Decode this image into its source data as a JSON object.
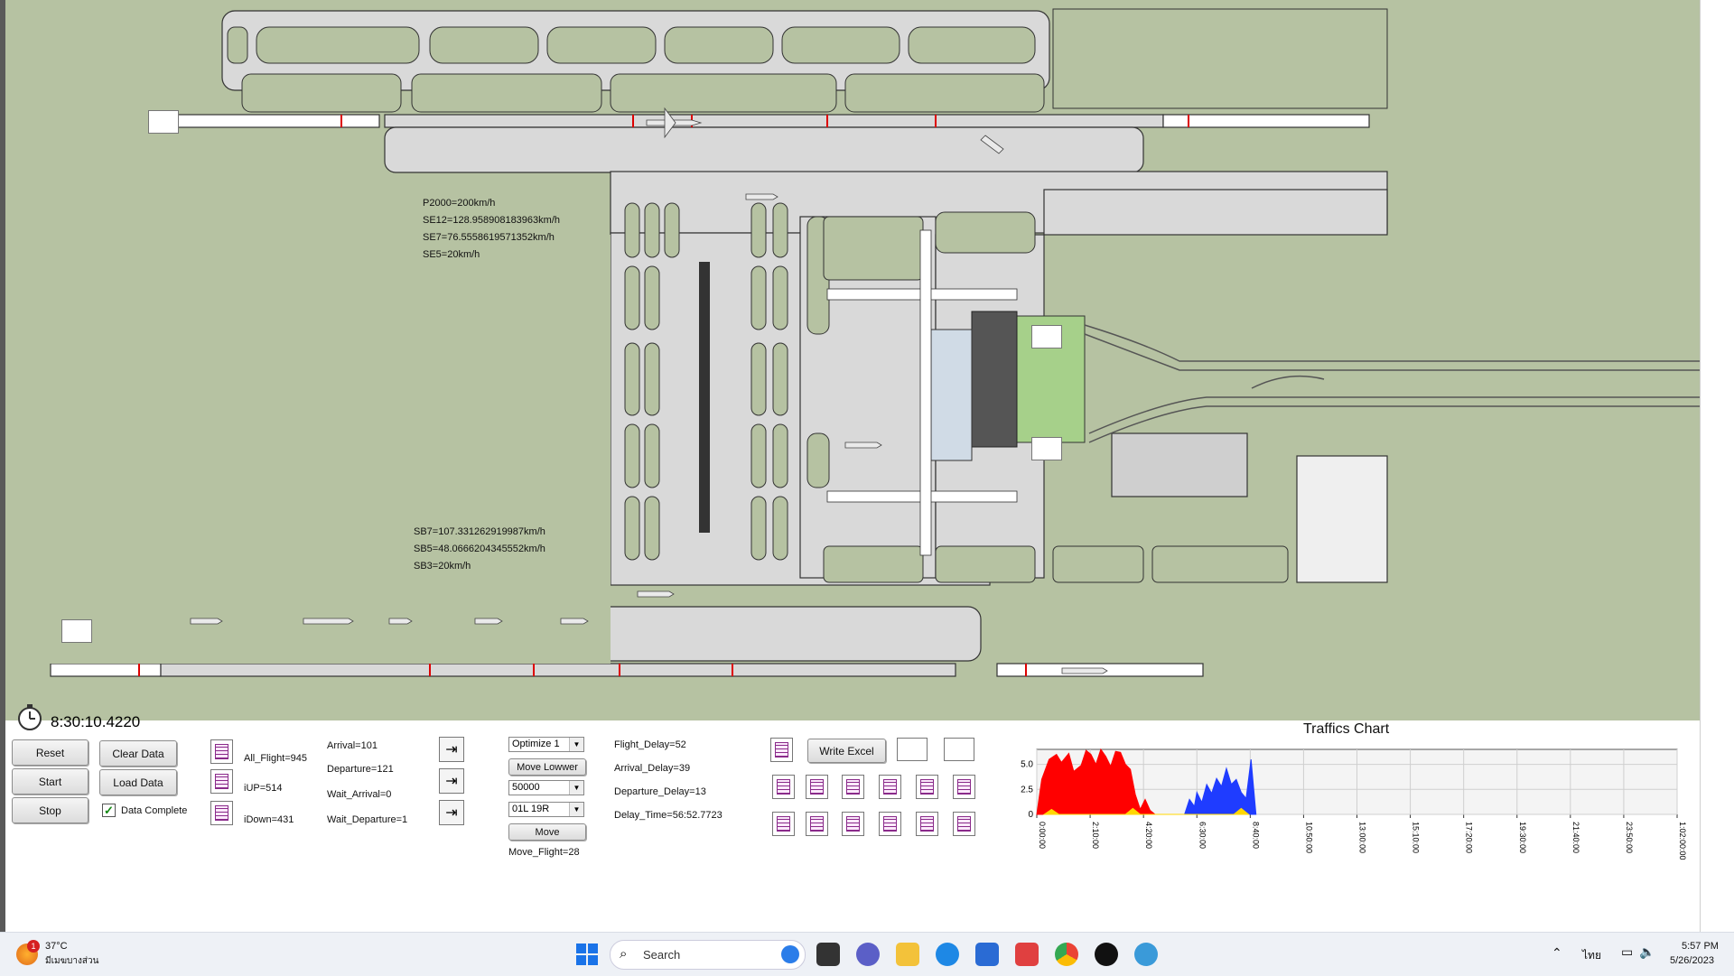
{
  "map_labels": {
    "top_speeds": [
      "P2000=200km/h",
      "SE12=128.958908183963km/h",
      "SE7=76.5558619571352km/h",
      "SE5=20km/h"
    ],
    "bottom_speeds": [
      "SB7=107.331262919987km/h",
      "SB5=48.0666204345552km/h",
      "SB3=20km/h"
    ]
  },
  "clock": {
    "time": "8:30:10.4220"
  },
  "buttons": {
    "reset": "Reset",
    "start": "Start",
    "stop": "Stop",
    "clear_data": "Clear Data",
    "load_data": "Load Data"
  },
  "data_complete": {
    "label": "Data Complete",
    "checked": true
  },
  "stats": {
    "all_flight": "All_Flight=945",
    "iup": "iUP=514",
    "idown": "iDown=431"
  },
  "waits": {
    "arrival": "Arrival=101",
    "departure": "Departure=121",
    "wait_arrival": "Wait_Arrival=0",
    "wait_departure": "Wait_Departure=1"
  },
  "controls": {
    "optimize_select": "Optimize 1",
    "move_lower_button": "Move Lowwer",
    "value_select": "50000",
    "runway_select": "01L 19R",
    "move_button": "Move",
    "move_flight": "Move_Flight=28"
  },
  "delays": {
    "flight_delay": "Flight_Delay=52",
    "arrival_delay": "Arrival_Delay=39",
    "departure_delay": "Departure_Delay=13",
    "delay_time": "Delay_Time=56:52.7723"
  },
  "excel": {
    "write_excel": "Write Excel"
  },
  "colors": {
    "map_bg": "#b6c2a2",
    "pavement": "#d9d9d9",
    "arrival_series": "#ff0000",
    "departure_series": "#1f3cff",
    "yellow_series": "#ffd700"
  },
  "chart_data": {
    "type": "area",
    "title": "Traffics Chart",
    "yticks": [
      "0",
      "2.5",
      "5.0"
    ],
    "ylim": [
      0,
      6.5
    ],
    "xticks": [
      "0:00:00",
      "2:10:00",
      "4:20:00",
      "6:30:00",
      "8:40:00",
      "10:50:00",
      "13:00:00",
      "15:10:00",
      "17:20:00",
      "19:30:00",
      "21:40:00",
      "23:50:00",
      "1:02:00:00"
    ],
    "xlim_hours": [
      0,
      26
    ],
    "series": [
      {
        "color": "#ff0000",
        "x_hours": [
          0,
          0.2,
          0.5,
          0.8,
          1.0,
          1.3,
          1.5,
          1.8,
          2.0,
          2.2,
          2.4,
          2.6,
          2.8,
          3.0,
          3.2,
          3.4,
          3.6,
          3.8,
          4.0,
          4.2,
          4.4,
          4.6,
          4.8
        ],
        "values": [
          0,
          3.5,
          5.5,
          6.0,
          5.2,
          6.1,
          4.3,
          4.9,
          6.4,
          6.0,
          5.0,
          6.5,
          5.8,
          4.8,
          6.3,
          6.2,
          5.0,
          4.5,
          2.0,
          0.5,
          1.5,
          0.4,
          0
        ]
      },
      {
        "color": "#1f3cff",
        "x_hours": [
          6.0,
          6.2,
          6.4,
          6.5,
          6.7,
          6.9,
          7.1,
          7.3,
          7.5,
          7.7,
          7.9,
          8.1,
          8.3,
          8.5,
          8.7,
          8.9
        ],
        "values": [
          0,
          1.5,
          0.8,
          2.2,
          1.2,
          3.0,
          2.1,
          3.6,
          2.8,
          4.6,
          3.0,
          3.5,
          2.2,
          1.6,
          5.5,
          0
        ]
      },
      {
        "color": "#ffd700",
        "x_hours": [
          0.3,
          0.6,
          0.9,
          3.6,
          3.9,
          4.2,
          8.0,
          8.3,
          8.6
        ],
        "values": [
          0,
          0.5,
          0,
          0,
          0.6,
          0,
          0,
          0.6,
          0
        ]
      }
    ]
  },
  "taskbar": {
    "weather_temp": "37°C",
    "weather_desc": "มีเมฆบางส่วน",
    "weather_badge": "1",
    "search_placeholder": "Search",
    "lang": "ไทย",
    "time": "5:57 PM",
    "date": "5/26/2023"
  }
}
